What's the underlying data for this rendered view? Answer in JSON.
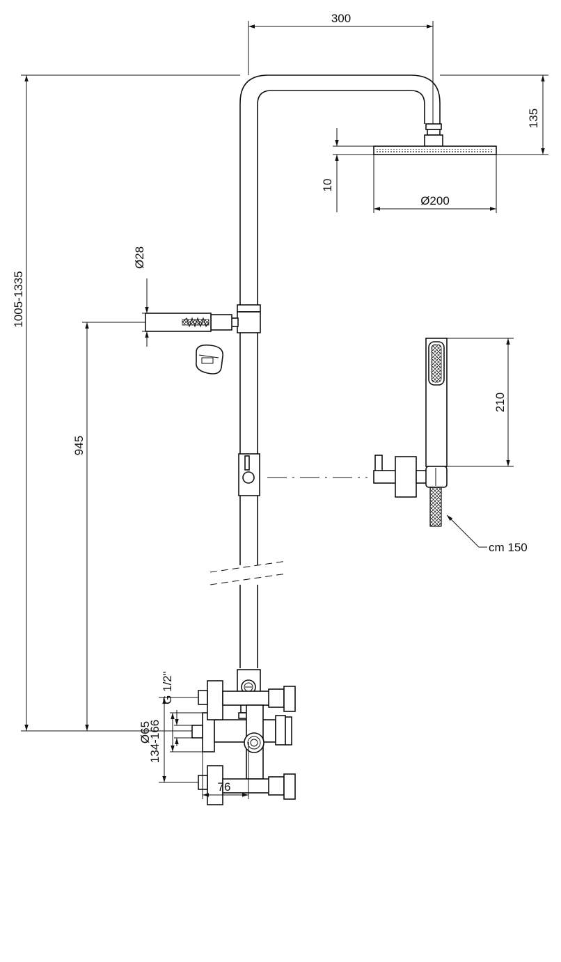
{
  "dimensions": {
    "arm_length": "300",
    "head_drop": "135",
    "head_thickness": "10",
    "head_diameter": "Ø200",
    "holder_diameter": "Ø28",
    "total_height": "1005-1335",
    "outlet_height": "945",
    "handshower_length": "210",
    "hose_length": "cm 150",
    "connection_thread": "G 1/2\"",
    "flange_diameter": "Ø65",
    "wall_offset": "76",
    "centre_distance": "134-166"
  }
}
